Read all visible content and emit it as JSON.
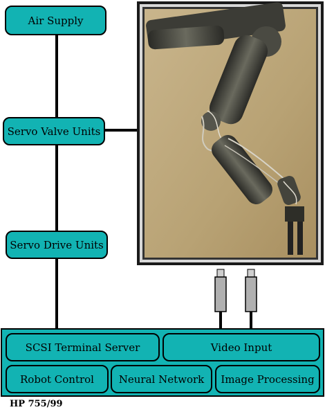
{
  "nodes": {
    "air_supply": "Air Supply",
    "servo_valve_units": "Servo Valve Units",
    "servo_drive_units": "Servo Drive Units",
    "scsi_terminal_server": "SCSI Terminal Server",
    "video_input": "Video Input",
    "robot_control": "Robot Control",
    "neural_network": "Neural Network",
    "image_processing": "Image Processing"
  },
  "workstation_label": "HP 755/99",
  "colors": {
    "box_fill": "#12b3b3",
    "photo_background": "#b9a377",
    "arm": "#3a3a34",
    "frame_outer": "#1a1a1a",
    "frame_inner": "#d8d8d8",
    "camera_body": "#b0b0b0"
  }
}
